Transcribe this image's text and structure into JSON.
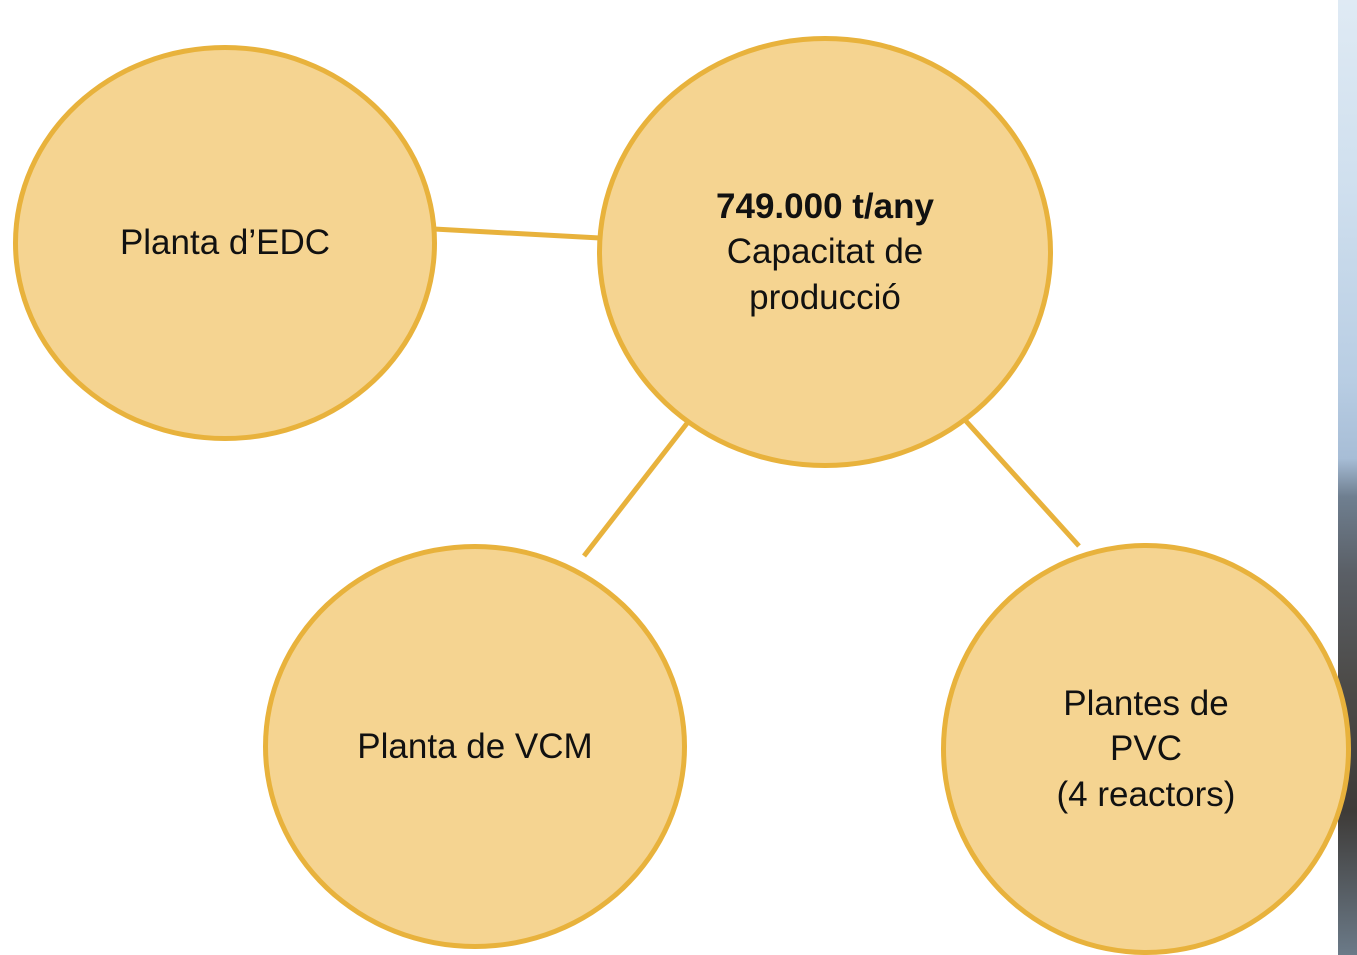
{
  "diagram": {
    "colors": {
      "node_fill": "#f5d491",
      "node_border": "#e8b23c",
      "connector": "#e8b23c"
    },
    "center": {
      "value": "749.000 t/any",
      "label_line1": "Capacitat de",
      "label_line2": "producció"
    },
    "nodes": {
      "edc": {
        "label": "Planta d’EDC"
      },
      "vcm": {
        "label": "Planta de VCM"
      },
      "pvc": {
        "line1": "Plantes de",
        "line2": "PVC",
        "line3": "(4 reactors)"
      }
    }
  }
}
